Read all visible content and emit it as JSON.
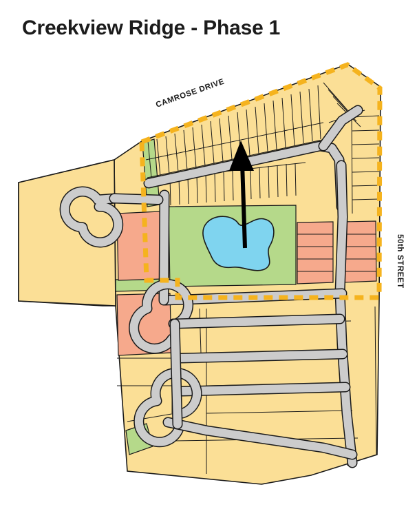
{
  "page": {
    "title": "Creekview Ridge - Phase 1",
    "background_color": "#ffffff"
  },
  "map": {
    "name": "site-plan-map",
    "labels": {
      "camrose_drive": "CAMROSE DRIVE",
      "fiftieth_street": "50th STREET"
    },
    "legend_colors": {
      "residential_lot": "#fbdf96",
      "open_space": "#b5d98a",
      "multi_family": "#f6a98c",
      "pond": "#7fd4ef",
      "road": "#cccccc",
      "phase_boundary": "#f5b31e",
      "outline": "#1a1a1a",
      "north_arrow": "#000000"
    },
    "north_arrow": {
      "name": "north-arrow",
      "direction": "north"
    },
    "phase_boundary": {
      "name": "phase-1-boundary",
      "style": "dashed",
      "color": "#f5b31e"
    }
  }
}
